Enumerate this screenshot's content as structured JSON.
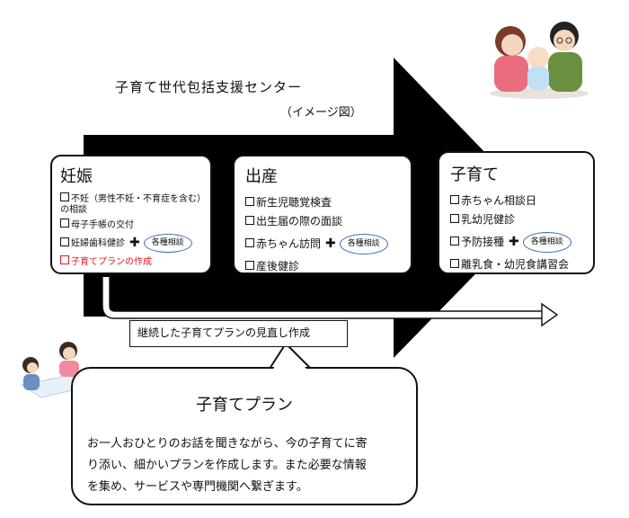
{
  "header": {
    "title": "子育て世代包括支援センター",
    "subtitle": "（イメージ図）"
  },
  "stages": {
    "pregnancy": {
      "title": "妊娠",
      "items": [
        "不妊（男性不妊・不育症を含む）の相談",
        "母子手帳の交付",
        "妊婦歯科健診",
        "子育てプランの作成"
      ],
      "consult": "各種相談"
    },
    "birth": {
      "title": "出産",
      "items": [
        "新生児聴覚検査",
        "出生届の際の面談",
        "赤ちゃん訪問",
        "産後健診"
      ],
      "consult": "各種相談"
    },
    "childrearing": {
      "title": "子育て",
      "items": [
        "赤ちゃん相談日",
        "乳幼児健診",
        "予防接種",
        "離乳食・幼児食講習会"
      ],
      "consult": "各種相談"
    }
  },
  "review": {
    "label": "継続した子育てプランの見直し作成"
  },
  "plan": {
    "title": "子育てプラン",
    "lines": [
      "お一人おひとりのお話を聞きながら、今の子育てに寄",
      "り添い、細かいプランを作成します。また必要な情報",
      "を集め、サービスや専門機関へ繋ぎます。"
    ]
  },
  "colors": {
    "arrow": "#000000",
    "highlight": "#e0181b",
    "consult_outline": "#3b6db0"
  },
  "icons": {
    "family": "family-illustration",
    "consultation": "consultation-illustration"
  }
}
